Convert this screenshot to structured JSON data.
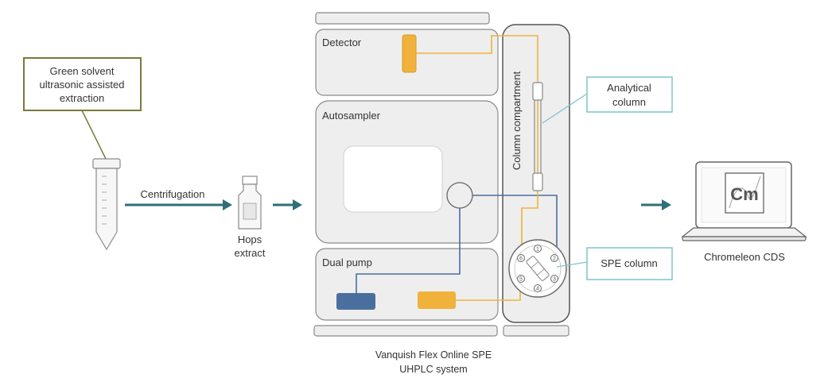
{
  "labels": {
    "extraction_box": [
      "Green solvent",
      "ultrasonic assisted",
      "extraction"
    ],
    "centrifugation": "Centrifugation",
    "hops_extract": [
      "Hops",
      "extract"
    ],
    "detector": "Detector",
    "autosampler": "Autosampler",
    "dual_pump": "Dual pump",
    "column_compartment": "Column compartment",
    "analytical_column": [
      "Analytical",
      "column"
    ],
    "spe_column": "SPE column",
    "chromeleon": "Chromeleon CDS",
    "chromeleon_logo": "Cm",
    "system_name": [
      "Vanquish Flex Online SPE",
      "UHPLC system"
    ],
    "valve_ports": [
      "1",
      "2",
      "3",
      "4",
      "5",
      "6"
    ]
  },
  "colors": {
    "orange": "#f0b23b",
    "blue": "#4a6f9e",
    "teal_arrow": "#2f6f78",
    "olive_border": "#7a7a3a",
    "callout_border": "#7fc4cc",
    "module_fill": "#eeeeee",
    "module_stroke": "#8a8a8a"
  },
  "icons": {
    "tube": "centrifuge-tube-icon",
    "vial": "sample-vial-icon",
    "laptop": "laptop-icon",
    "valve": "switching-valve-icon"
  }
}
